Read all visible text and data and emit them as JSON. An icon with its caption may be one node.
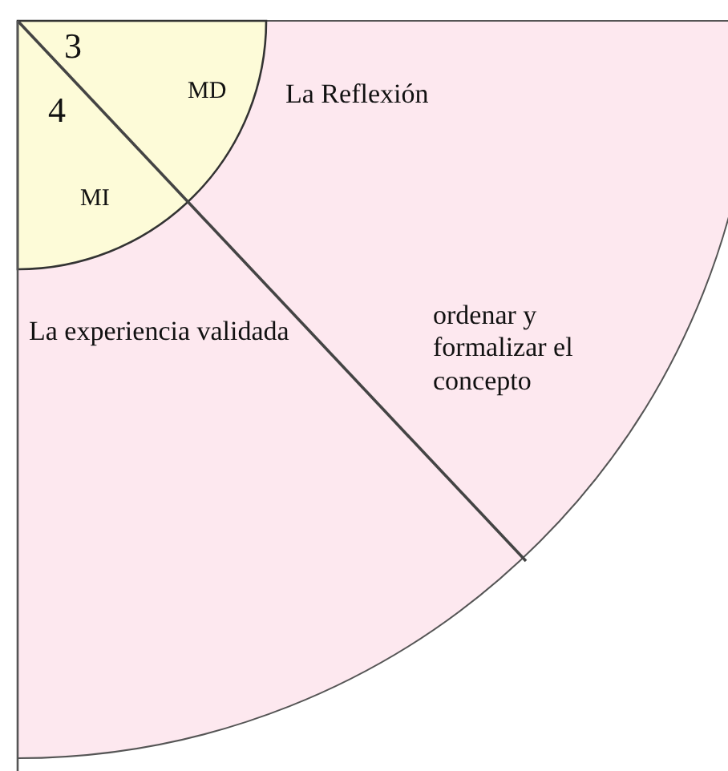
{
  "diagram": {
    "labels": [
      "3",
      "MD",
      "La Reflexión",
      "4",
      "MI",
      "La experiencia validada",
      "ordenar y formalizar el concepto"
    ]
  }
}
